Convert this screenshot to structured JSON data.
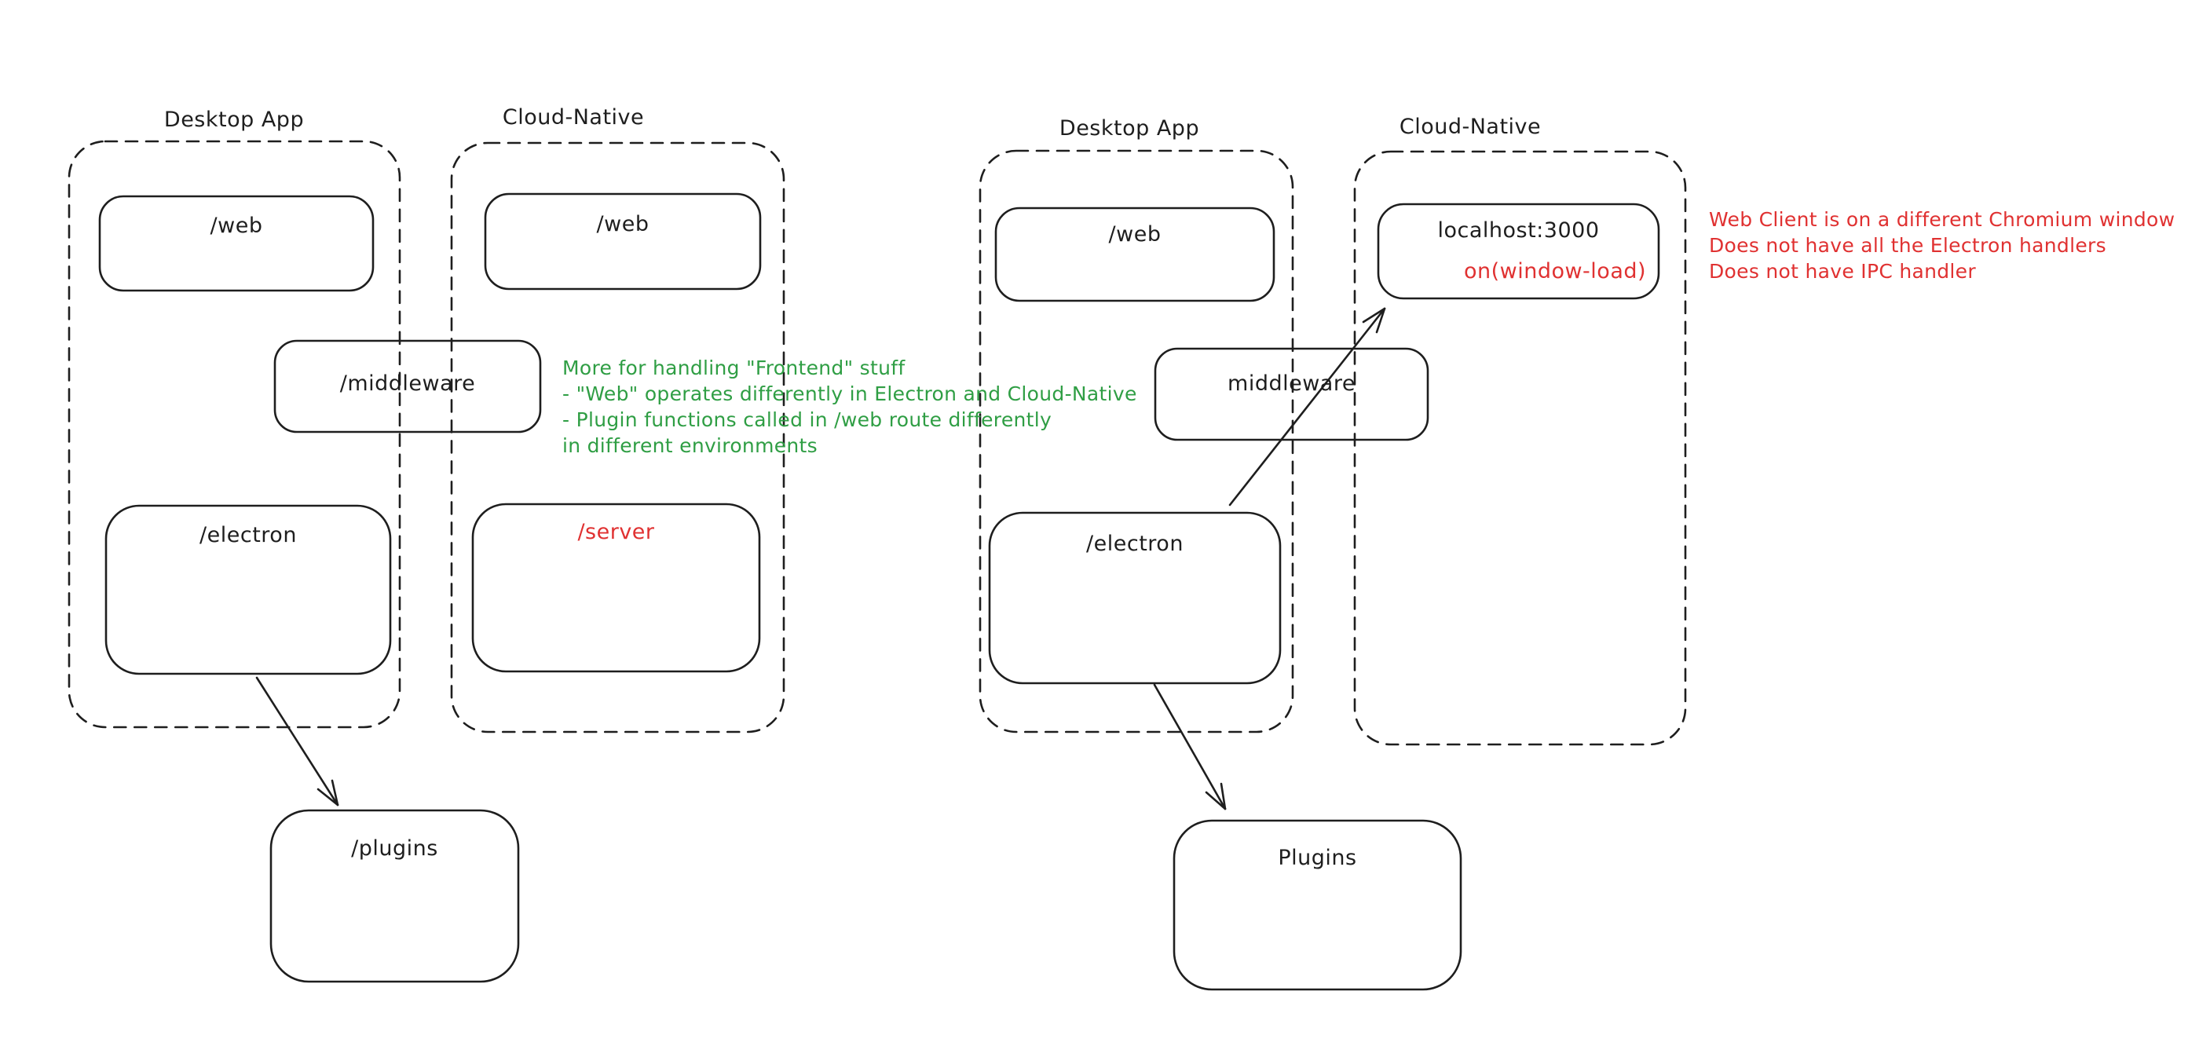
{
  "colors": {
    "stroke": "#1e1e1e",
    "red": "#e03131",
    "green": "#2f9e44",
    "background": "#ffffff"
  },
  "left_diagram": {
    "desktop_label": "Desktop App",
    "cloud_label": "Cloud-Native",
    "web_desktop_box": "/web",
    "web_cloud_box": "/web",
    "middleware_box": "/middleware",
    "electron_box": "/electron",
    "server_box": "/server",
    "plugins_box": "/plugins",
    "green_note": [
      "More for handling \"Frontend\" stuff",
      "- \"Web\" operates differently in Electron and Cloud-Native",
      "- Plugin functions called in /web route differently",
      "in different environments"
    ]
  },
  "right_diagram": {
    "desktop_label": "Desktop App",
    "cloud_label": "Cloud-Native",
    "web_box": "/web",
    "localhost_box": "localhost:3000",
    "window_load_event": "on(window-load)",
    "middleware_box": "middleware",
    "electron_box": "/electron",
    "plugins_box": "Plugins",
    "red_note": [
      "Web Client is on a different Chromium window",
      "Does not have all the Electron handlers",
      "Does not have IPC handler"
    ]
  }
}
